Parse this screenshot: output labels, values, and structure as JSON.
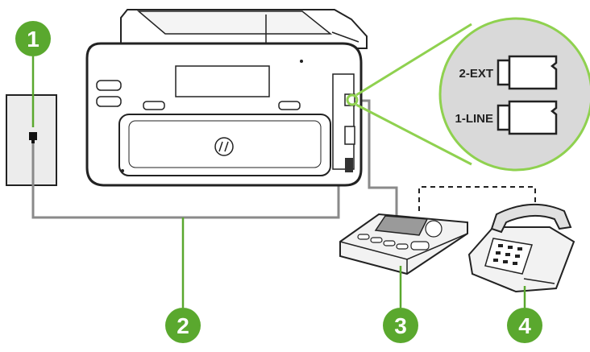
{
  "callouts": {
    "wall_jack": "1",
    "phone_cord": "2",
    "answering_machine": "3",
    "telephone": "4"
  },
  "ports": {
    "ext_label": "2-EXT",
    "line_label": "1-LINE"
  },
  "colors": {
    "callout_green": "#5aa82e",
    "highlight_green": "#8fd14f",
    "line_gray": "#8a8a8a",
    "outline": "#222222",
    "port_zoom_fill": "#d9d9d9"
  }
}
